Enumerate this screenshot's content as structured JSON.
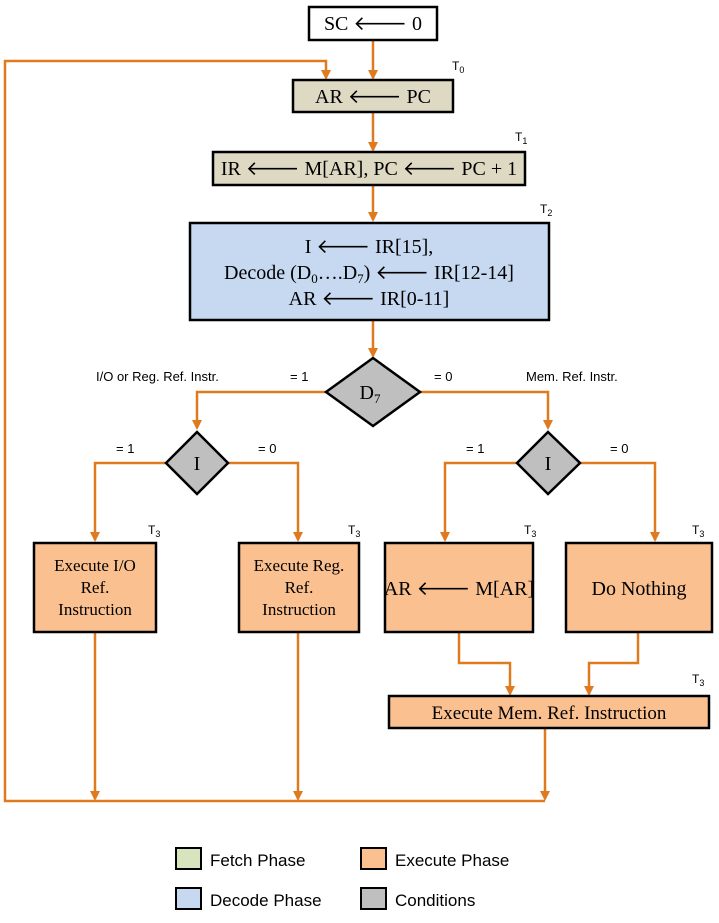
{
  "colors": {
    "arrow": "#E07A1F",
    "fetch": "#DDD9C3",
    "decode": "#C6D9F1",
    "execute": "#FAC090",
    "condition": "#BFBFBF",
    "legend_fetch": "#D7E4BD",
    "border": "#000000"
  },
  "nodes": {
    "init": {
      "label": "SC",
      "arrow": "🡐",
      "value": "0"
    },
    "ar_pc": {
      "label": "AR 🡐 PC",
      "timing": "T",
      "timing_sub": "0"
    },
    "fetch_ir": {
      "label": "IR 🡐 M[AR], PC 🡐 PC + 1",
      "timing": "T",
      "timing_sub": "1"
    },
    "decode": {
      "line1": "I 🡐 IR[15],",
      "line2_pre": "Decode (D",
      "line2_sub0": "0",
      "line2_mid": "….D",
      "line2_sub7": "7",
      "line2_post": ")  🡐 IR[12-14]",
      "line3": "AR 🡐 IR[0-11]",
      "timing": "T",
      "timing_sub": "2"
    },
    "d7": {
      "label": "D",
      "sub": "7"
    },
    "i_left": {
      "label": "I"
    },
    "i_right": {
      "label": "I"
    },
    "exec_io": {
      "line1": "Execute I/O",
      "line2": "Ref.",
      "line3": "Instruction",
      "timing": "T",
      "timing_sub": "3"
    },
    "exec_reg": {
      "line1": "Execute Reg.",
      "line2": "Ref.",
      "line3": "Instruction",
      "timing": "T",
      "timing_sub": "3"
    },
    "ar_mar": {
      "label": "AR 🡐 M[AR]",
      "timing": "T",
      "timing_sub": "3"
    },
    "do_nothing": {
      "label": "Do Nothing",
      "timing": "T",
      "timing_sub": "3"
    },
    "exec_mem": {
      "label": "Execute Mem. Ref. Instruction",
      "timing": "T",
      "timing_sub": "3"
    }
  },
  "edge_labels": {
    "io_reg_instr": "I/O or Reg. Ref. Instr.",
    "d7_eq1": "= 1",
    "d7_eq0": "= 0",
    "mem_ref_instr": "Mem. Ref. Instr.",
    "il_eq1": "= 1",
    "il_eq0": "= 0",
    "ir_eq1": "= 1",
    "ir_eq0": "= 0"
  },
  "legend": [
    {
      "label": "Fetch Phase",
      "color": "#D7E4BD"
    },
    {
      "label": "Execute Phase",
      "color": "#FAC090"
    },
    {
      "label": "Decode Phase",
      "color": "#C6D9F1"
    },
    {
      "label": "Conditions",
      "color": "#BFBFBF"
    }
  ]
}
